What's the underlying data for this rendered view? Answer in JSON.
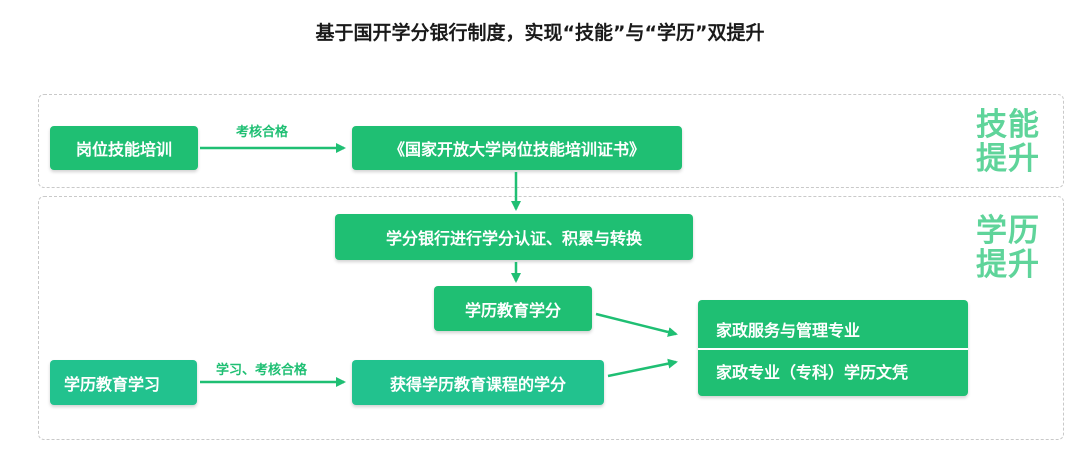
{
  "title": "基于国开学分银行制度，实现“技能”与“学历”双提升",
  "colors": {
    "primary": "#1fbf73",
    "secondary": "#22c28e",
    "side_text": "#5fd49a",
    "border": "#c9c9c9"
  },
  "skill_section": {
    "side_label_line1": "技能",
    "side_label_line2": "提升",
    "training_box": "岗位技能培训",
    "exam_label": "考核合格",
    "certificate_box": "《国家开放大学岗位技能培训证书》"
  },
  "degree_section": {
    "side_label_line1": "学历",
    "side_label_line2": "提升",
    "credit_bank_box": "学分银行进行学分认证、积累与转换",
    "degree_credit_box": "学历教育学分",
    "study_box": "学历教育学习",
    "study_exam_label": "学习、考核合格",
    "course_credit_box": "获得学历教育课程的学分",
    "result_line1": "家政服务与管理专业",
    "result_line2": "家政专业（专科）学历文凭"
  }
}
